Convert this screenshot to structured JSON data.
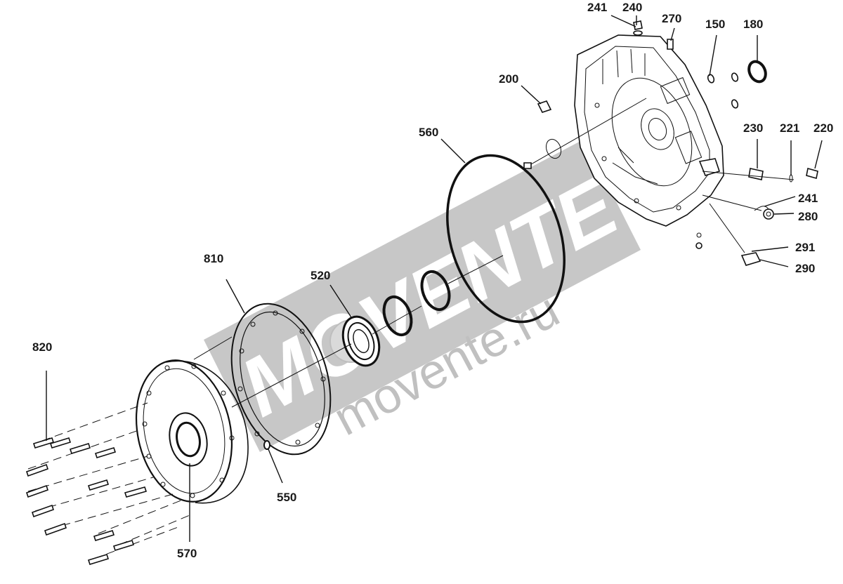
{
  "labels": {
    "l241a": "241",
    "l240": "240",
    "l270": "270",
    "l150": "150",
    "l180": "180",
    "l200": "200",
    "l560": "560",
    "l230": "230",
    "l221": "221",
    "l220": "220",
    "l241b": "241",
    "l280": "280",
    "l291": "291",
    "l290": "290",
    "l810": "810",
    "l520": "520",
    "l820": "820",
    "l550": "550",
    "l570": "570"
  },
  "watermark": {
    "brand": "MOVENTE",
    "url": "movente.ru",
    "color": "#9a9a9a"
  }
}
